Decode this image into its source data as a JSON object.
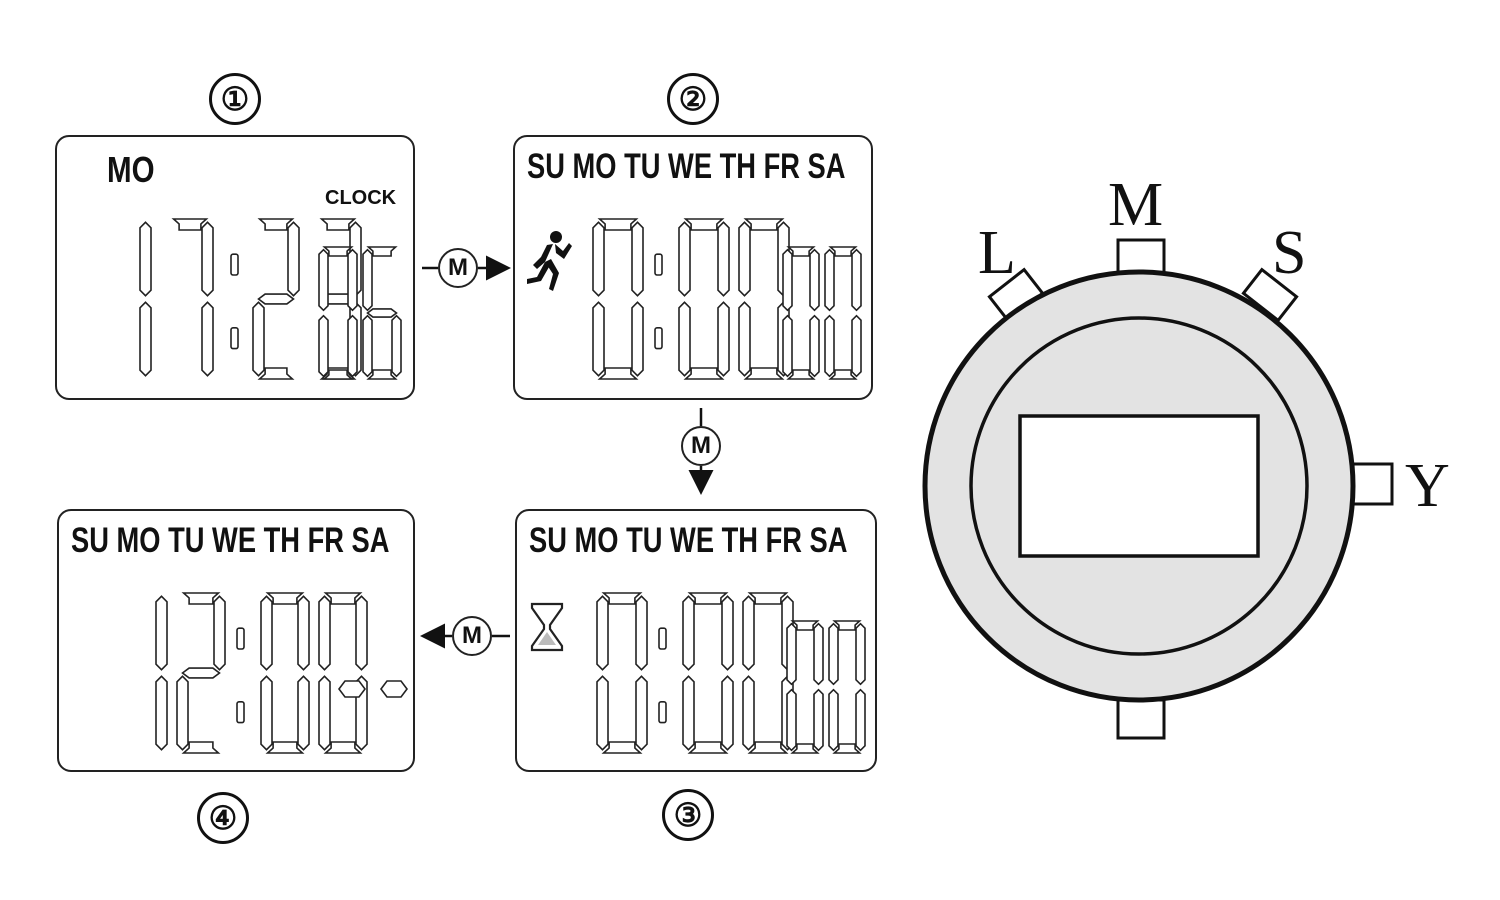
{
  "steps": [
    "①",
    "②",
    "③",
    "④"
  ],
  "mode_button_label": "M",
  "panel1": {
    "day": "MO",
    "clock_label": "CLOCK",
    "hh": "17",
    "mm": "23",
    "ss": "06"
  },
  "panel2": {
    "days": "SU MO TU WE TH FR SA",
    "icon": "runner-icon",
    "main": "0:00",
    "small": "00"
  },
  "panel3": {
    "days": "SU MO TU WE TH FR SA",
    "icon": "hourglass-icon",
    "main": "0:00",
    "small": "00"
  },
  "panel4": {
    "days": "SU MO TU WE TH FR SA",
    "main": "12:00"
  },
  "watch": {
    "buttons": {
      "left": "L",
      "mode": "M",
      "start": "S",
      "right": "Y"
    }
  }
}
